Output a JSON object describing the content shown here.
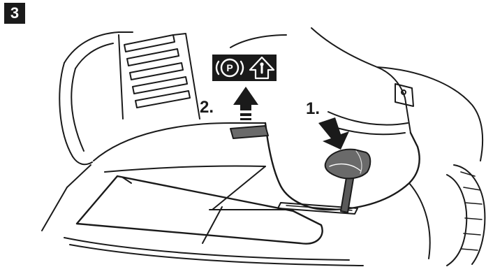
{
  "figure": {
    "step_number": "3",
    "callouts": [
      {
        "id": "callout-1",
        "label": "1."
      },
      {
        "id": "callout-2",
        "label": "2."
      }
    ],
    "icons": [
      "parking-brake-icon",
      "lever-up-icon",
      "press-down-arrow-icon",
      "push-forward-arrow-icon"
    ]
  }
}
